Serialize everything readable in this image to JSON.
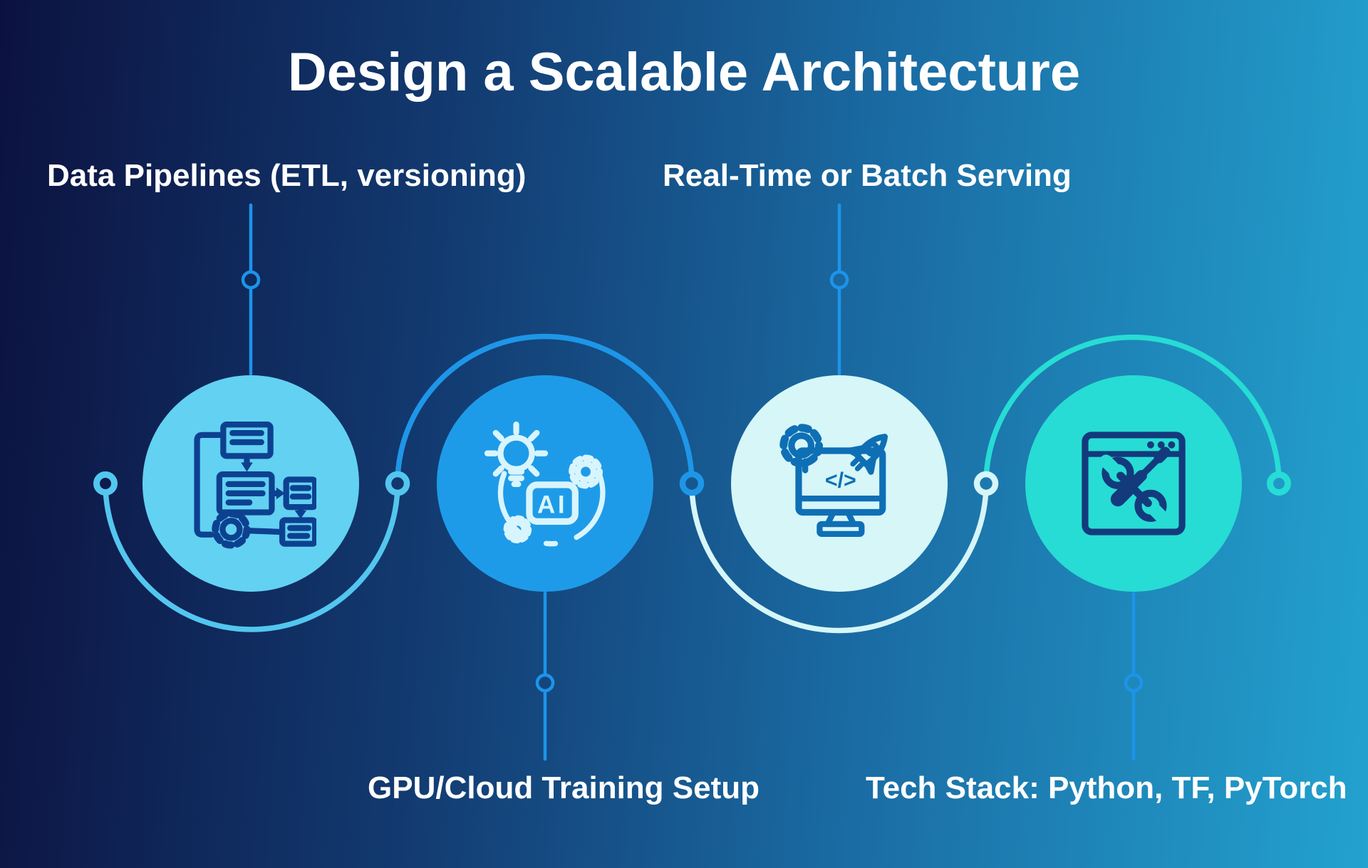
{
  "title": "Design a Scalable Architecture",
  "title_color": "#ffffff",
  "label_color": "#ffffff",
  "background": {
    "from": "#0c1240",
    "mid1": "#123a70",
    "mid2": "#1a6ba3",
    "to": "#23a2cf"
  },
  "connector_line_color": "#1d94ea",
  "icon_text": {
    "ai": "AI",
    "code": "</>"
  },
  "steps": [
    {
      "label": "Data Pipelines (ETL, versioning)",
      "label_position": "top",
      "icon": "flowchart-pipeline-icon",
      "circle_color": "#63d1f2",
      "icon_color": "#0d4190",
      "arc_color": "#53c6ef"
    },
    {
      "label": "GPU/Cloud Training Setup",
      "label_position": "bottom",
      "icon": "ai-lightbulb-gears-icon",
      "circle_color": "#1e9be8",
      "icon_color": "#d8f5fd",
      "arc_color": "#1e96e8"
    },
    {
      "label": "Real-Time or Batch Serving",
      "label_position": "top",
      "icon": "monitor-code-rocket-icon",
      "circle_color": "#d6f6f8",
      "icon_color": "#0f6fb5",
      "arc_color": "#d6f6f8"
    },
    {
      "label": "Tech Stack: Python, TF, PyTorch",
      "label_position": "bottom",
      "icon": "browser-tools-icon",
      "circle_color": "#27dcd4",
      "icon_color": "#133a7c",
      "arc_color": "#27dcd4"
    }
  ]
}
